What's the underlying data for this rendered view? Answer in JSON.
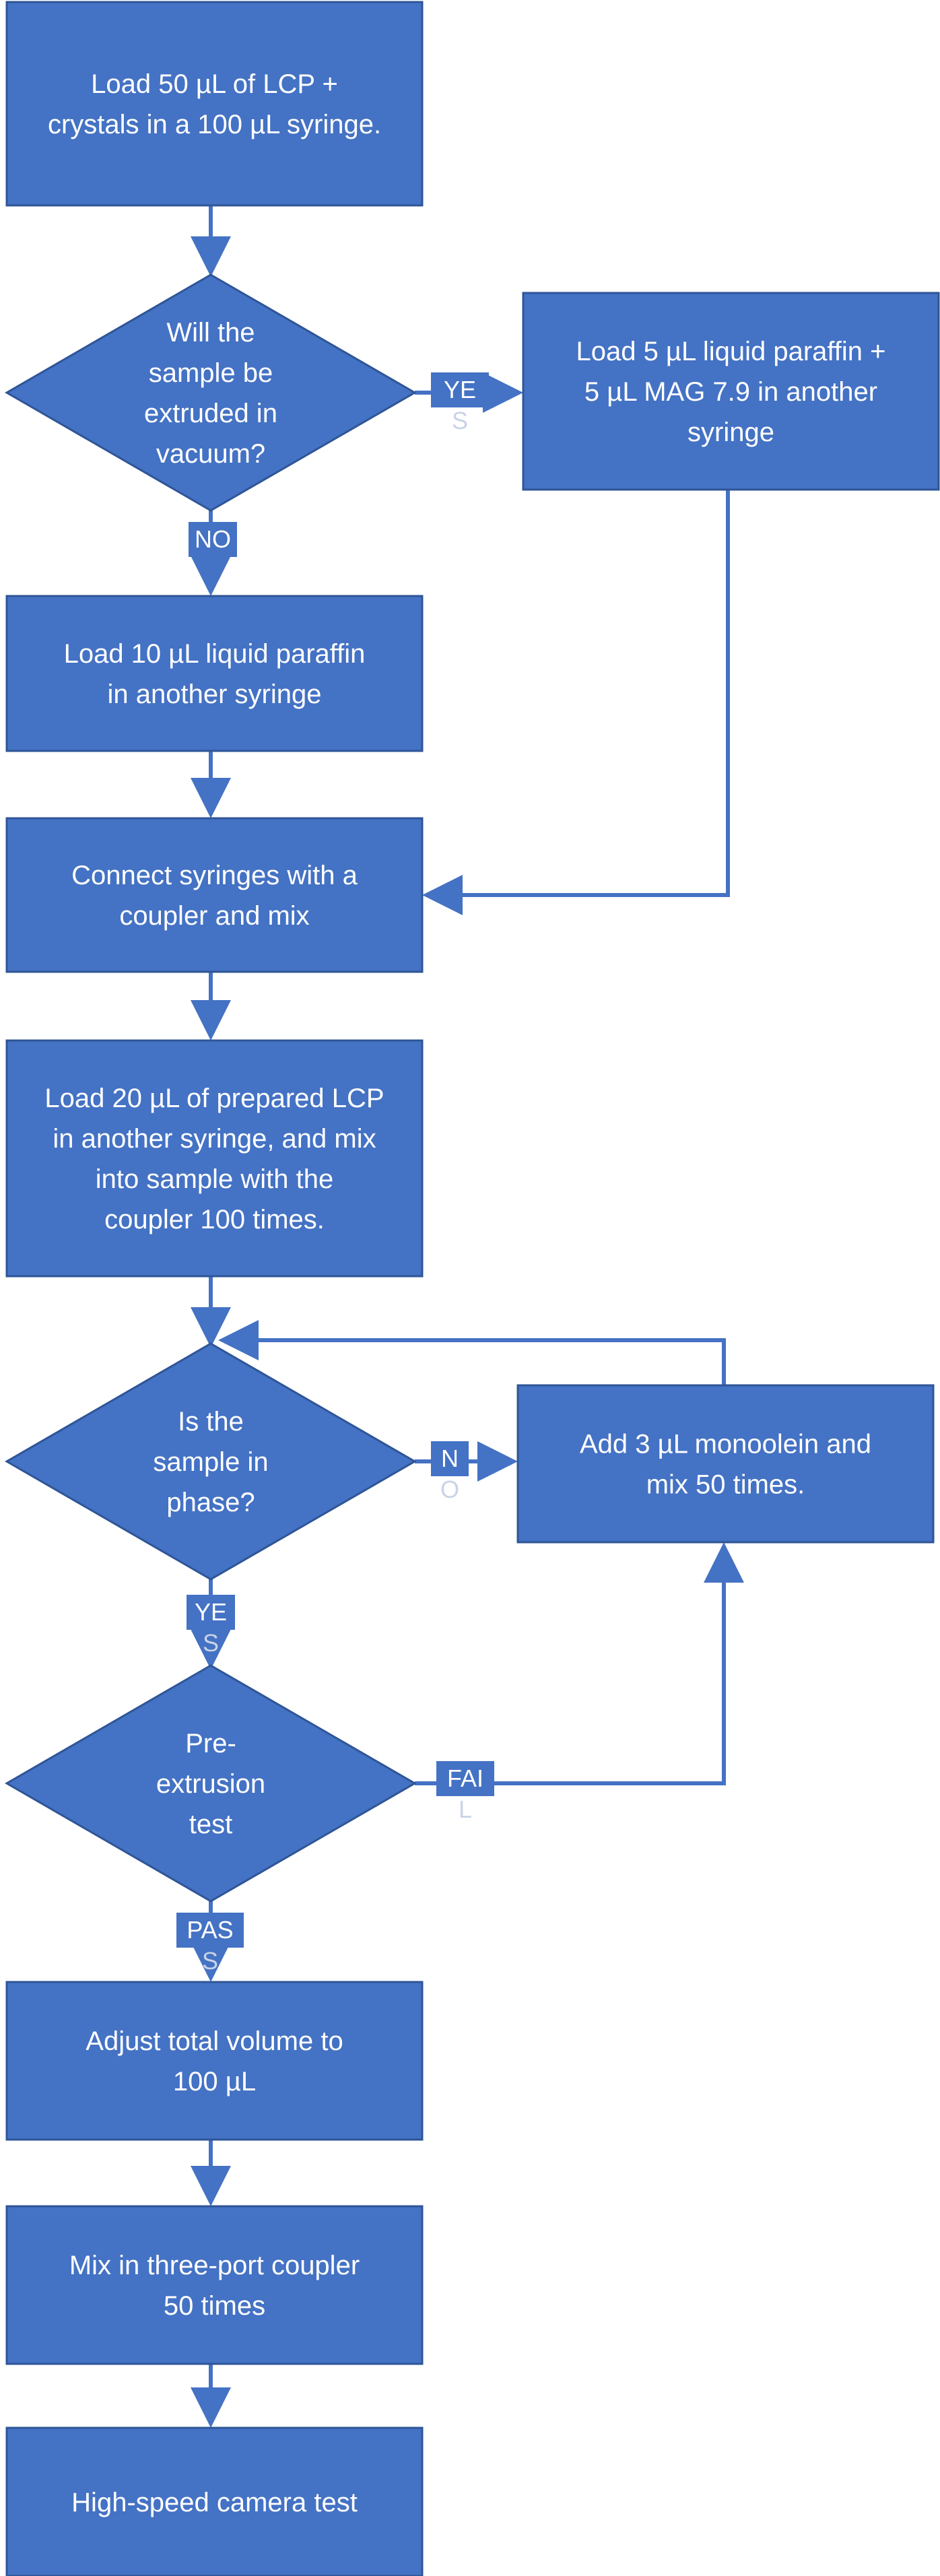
{
  "colors": {
    "fill": "#4472c4",
    "stroke": "#2f5597",
    "connector": "#4472c4",
    "text": "#ffffff"
  },
  "steps": {
    "load_lcp": [
      "Load 50 µL of LCP +",
      "crystals in a 100 µL syringe."
    ],
    "vacuum_question": [
      "Will the",
      "sample be",
      "extruded in",
      "vacuum?"
    ],
    "load_paraffin_mag": [
      "Load 5 µL  liquid paraffin +",
      "5 µL MAG 7.9 in another",
      "syringe"
    ],
    "load_paraffin": [
      "Load 10 µL liquid paraffin",
      "in another syringe"
    ],
    "connect_mix": [
      "Connect syringes with a",
      "coupler and mix"
    ],
    "load_prepared": [
      "Load 20 µL of prepared LCP",
      "in another syringe, and mix",
      "into sample with the",
      "coupler 100 times."
    ],
    "phase_question": [
      "Is the",
      "sample in",
      "phase?"
    ],
    "add_monoolein": [
      "Add 3 µL monoolein and",
      "mix 50 times."
    ],
    "pre_extrusion": [
      "Pre-",
      "extrusion",
      "test"
    ],
    "adjust_volume": [
      "Adjust total volume to",
      "100 µL"
    ],
    "three_port": [
      "Mix in three-port coupler",
      "50 times"
    ],
    "camera_test": [
      "High-speed camera test"
    ]
  },
  "labels": {
    "yes_1": [
      "YE",
      "S"
    ],
    "no_1": [
      "NO"
    ],
    "no_2": [
      "N",
      "O"
    ],
    "yes_2": [
      "YE",
      "S"
    ],
    "fail": [
      "FAI",
      "L"
    ],
    "pass": [
      "PAS",
      "S"
    ]
  }
}
